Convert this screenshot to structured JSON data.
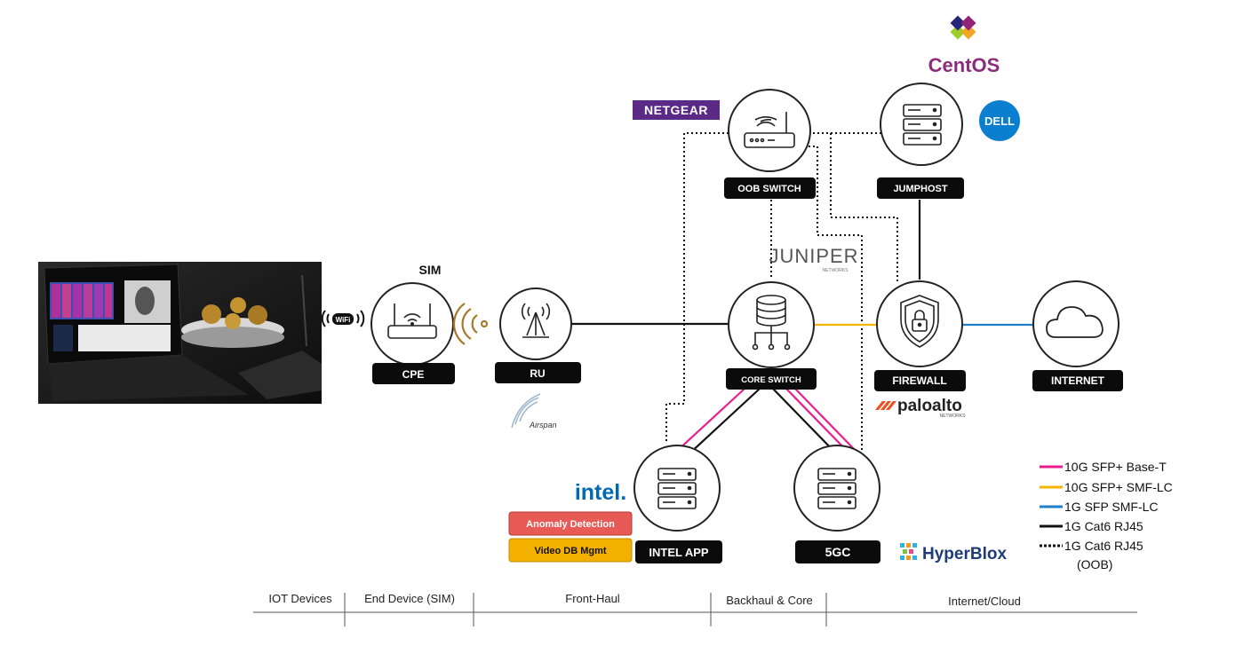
{
  "nodes": {
    "oob_switch": "OOB SWITCH",
    "jumphost": "JUMPHOST",
    "core_switch": "CORE SWITCH",
    "firewall": "FIREWALL",
    "internet": "INTERNET",
    "cpe": "CPE",
    "ru": "RU",
    "intel_app": "INTEL APP",
    "fivegc": "5GC",
    "sim": "SIM"
  },
  "apps": {
    "anomaly": "Anomaly Detection",
    "video_db": "Video DB Mgmt"
  },
  "brands": {
    "netgear": "NETGEAR",
    "centos": "CentOS",
    "dell": "DELL",
    "juniper": "JUNIPER",
    "juniper_sub": "NETWORKS",
    "paloalto": "paloalto",
    "paloalto_sub": "NETWORKS",
    "airspan": "Airspan",
    "intel": "intel.",
    "hyperblox": "HyperBlox",
    "wifi": "WiFi"
  },
  "legend": [
    {
      "label": "10G SFP+ Base-T",
      "color": "#e91e8c",
      "style": "solid"
    },
    {
      "label": "10G SFP+ SMF-LC",
      "color": "#f5b400",
      "style": "solid"
    },
    {
      "label": "1G SFP SMF-LC",
      "color": "#1f7fc8",
      "style": "solid"
    },
    {
      "label": "1G Cat6 RJ45",
      "color": "#111111",
      "style": "solid"
    },
    {
      "label": "1G Cat6 RJ45",
      "label2": "(OOB)",
      "color": "#111111",
      "style": "dotted"
    }
  ],
  "sections": [
    "IOT Devices",
    "End Device (SIM)",
    "Front-Haul",
    "Backhaul & Core",
    "Internet/Cloud"
  ],
  "colors": {
    "pink": "#e91e8c",
    "yellow": "#f5b400",
    "blue": "#1f7fc8",
    "black": "#111111",
    "netgear": "#5b2a86",
    "paloalto": "#f04e23",
    "dell": "#0a7fd0",
    "anomaly": "#e85a55",
    "video": "#f4b000"
  }
}
